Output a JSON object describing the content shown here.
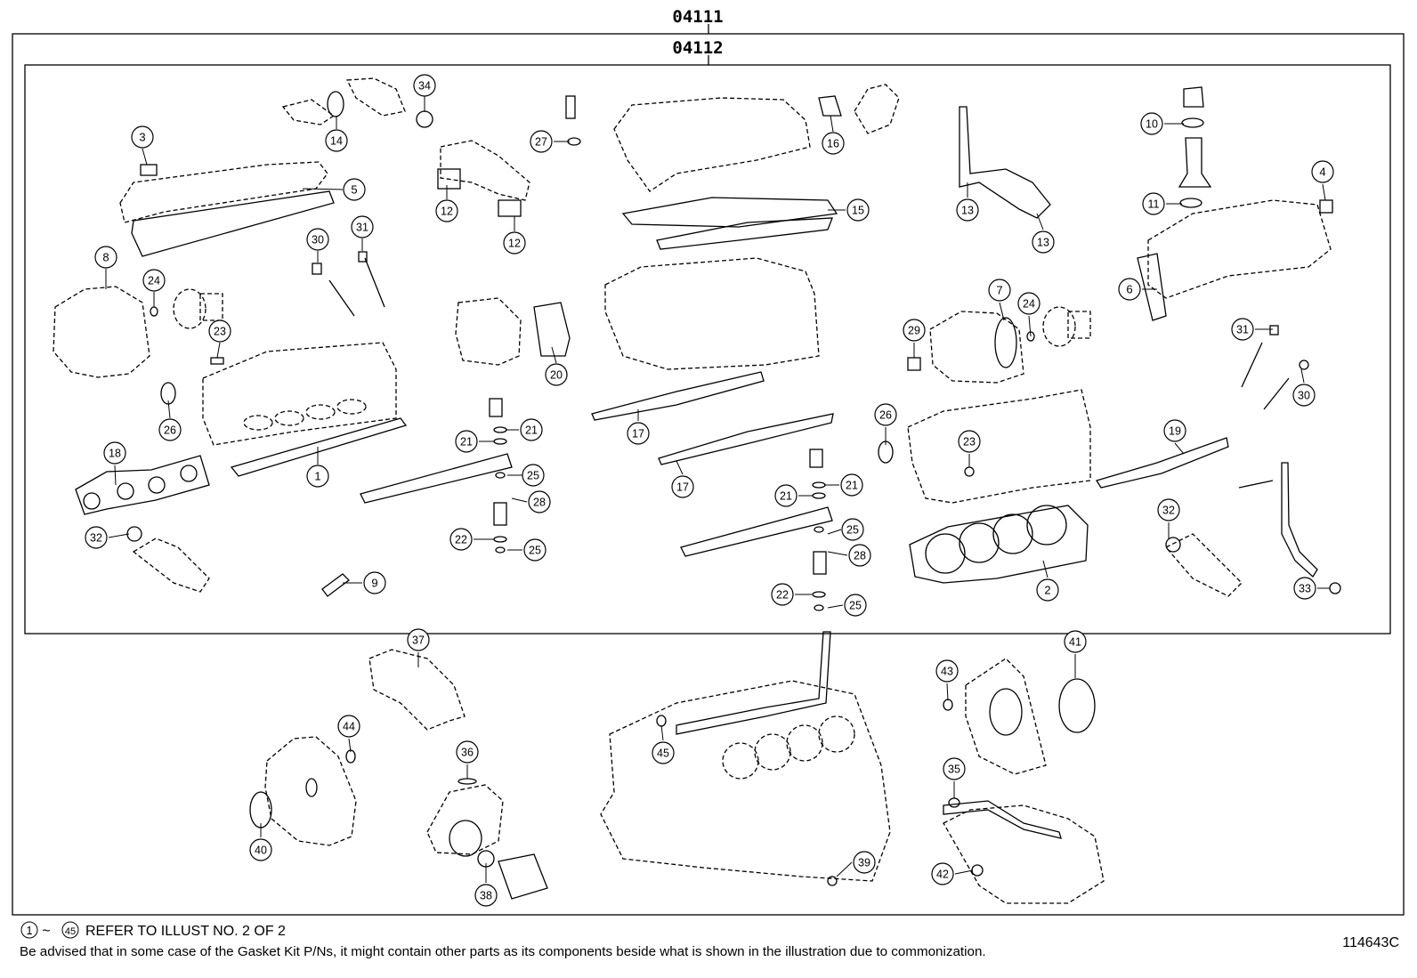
{
  "kit": {
    "outer_code": "04111",
    "inner_code": "04112"
  },
  "notes": {
    "range_start": "1",
    "range_sep": "~",
    "range_end": "45",
    "range_text": "REFER TO ILLUST NO. 2 OF 2",
    "advice": "Be advised that in some case of the Gasket Kit P/Ns,  it might contain other parts as its components beside what is shown in the illustration due to commonization."
  },
  "drawing_number": "114643C",
  "callouts": [
    "3",
    "34",
    "14",
    "5",
    "8",
    "24",
    "30",
    "31",
    "23",
    "26",
    "18",
    "1",
    "32",
    "9",
    "12",
    "12",
    "27",
    "20",
    "21",
    "21",
    "25",
    "28",
    "22",
    "25",
    "16",
    "15",
    "17",
    "17",
    "21",
    "21",
    "25",
    "28",
    "22",
    "25",
    "13",
    "13",
    "7",
    "24",
    "29",
    "26",
    "23",
    "2",
    "10",
    "11",
    "4",
    "6",
    "31",
    "30",
    "19",
    "32",
    "33",
    "37",
    "44",
    "40",
    "36",
    "38",
    "45",
    "39",
    "43",
    "41",
    "35",
    "42"
  ],
  "colors": {
    "line": "#000000",
    "background": "#ffffff"
  }
}
